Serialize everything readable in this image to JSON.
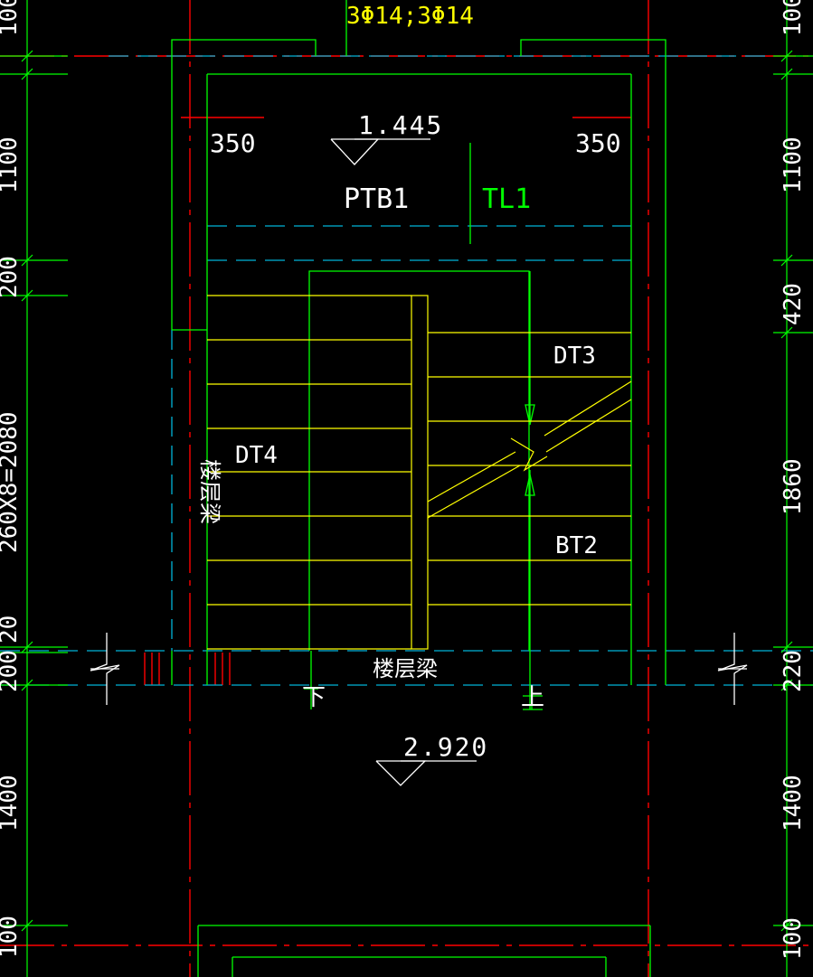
{
  "drawing": {
    "colors": {
      "background": "#000000",
      "green": "#00ff00",
      "red": "#ff0000",
      "yellow": "#ffff00",
      "cyan": "#00b4d8",
      "white": "#ffffff"
    },
    "top_note": "3Φ14;3Φ14",
    "elevation_top": "1.445",
    "elevation_bottom": "2.920",
    "dim_350_left": "350",
    "dim_350_right": "350",
    "label_ptb1": "PTB1",
    "label_tl1": "TL1",
    "label_dt3": "DT3",
    "label_dt4": "DT4",
    "label_bt2": "BT2",
    "label_floor_beam_bottom": "楼层梁",
    "label_floor_beam_left": "楼层梁",
    "label_down": "下",
    "label_up": "上",
    "left_dims": {
      "d_top": "100",
      "d1100": "1100",
      "d200": "200",
      "d_stair": "260X8=2080",
      "d20": "20",
      "d200b": "200",
      "d1400": "1400",
      "d_bottom": "100"
    },
    "right_dims": {
      "d_top": "100",
      "d1100": "1100",
      "d420": "420",
      "d1860": "1860",
      "d220": "220",
      "d1400": "1400",
      "d_bottom": "100"
    }
  }
}
